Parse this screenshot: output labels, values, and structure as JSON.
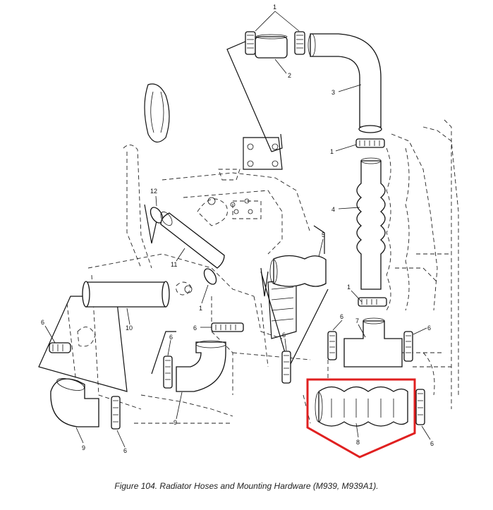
{
  "figure": {
    "caption": "Figure 104.  Radiator Hoses and Mounting Hardware (M939, M939A1)."
  },
  "callouts": {
    "c1_top": "1",
    "c2": "2",
    "c3": "3",
    "c1_mid": "1",
    "c4": "4",
    "c12": "12",
    "c5": "5",
    "c11": "11",
    "c1_left": "1",
    "c1_low": "1",
    "c10": "10",
    "c6_farleft": "6",
    "c6_center": "6",
    "c6_left2": "6",
    "c6_right": "6",
    "c6_right2": "6",
    "c7": "7",
    "c6_lowcenter": "6",
    "c9_center": "9",
    "c9_left": "9",
    "c6_bottomleft": "6",
    "c8": "8",
    "c6_bottomright": "6"
  },
  "highlight": {
    "color": "#e02020",
    "target": "8"
  }
}
